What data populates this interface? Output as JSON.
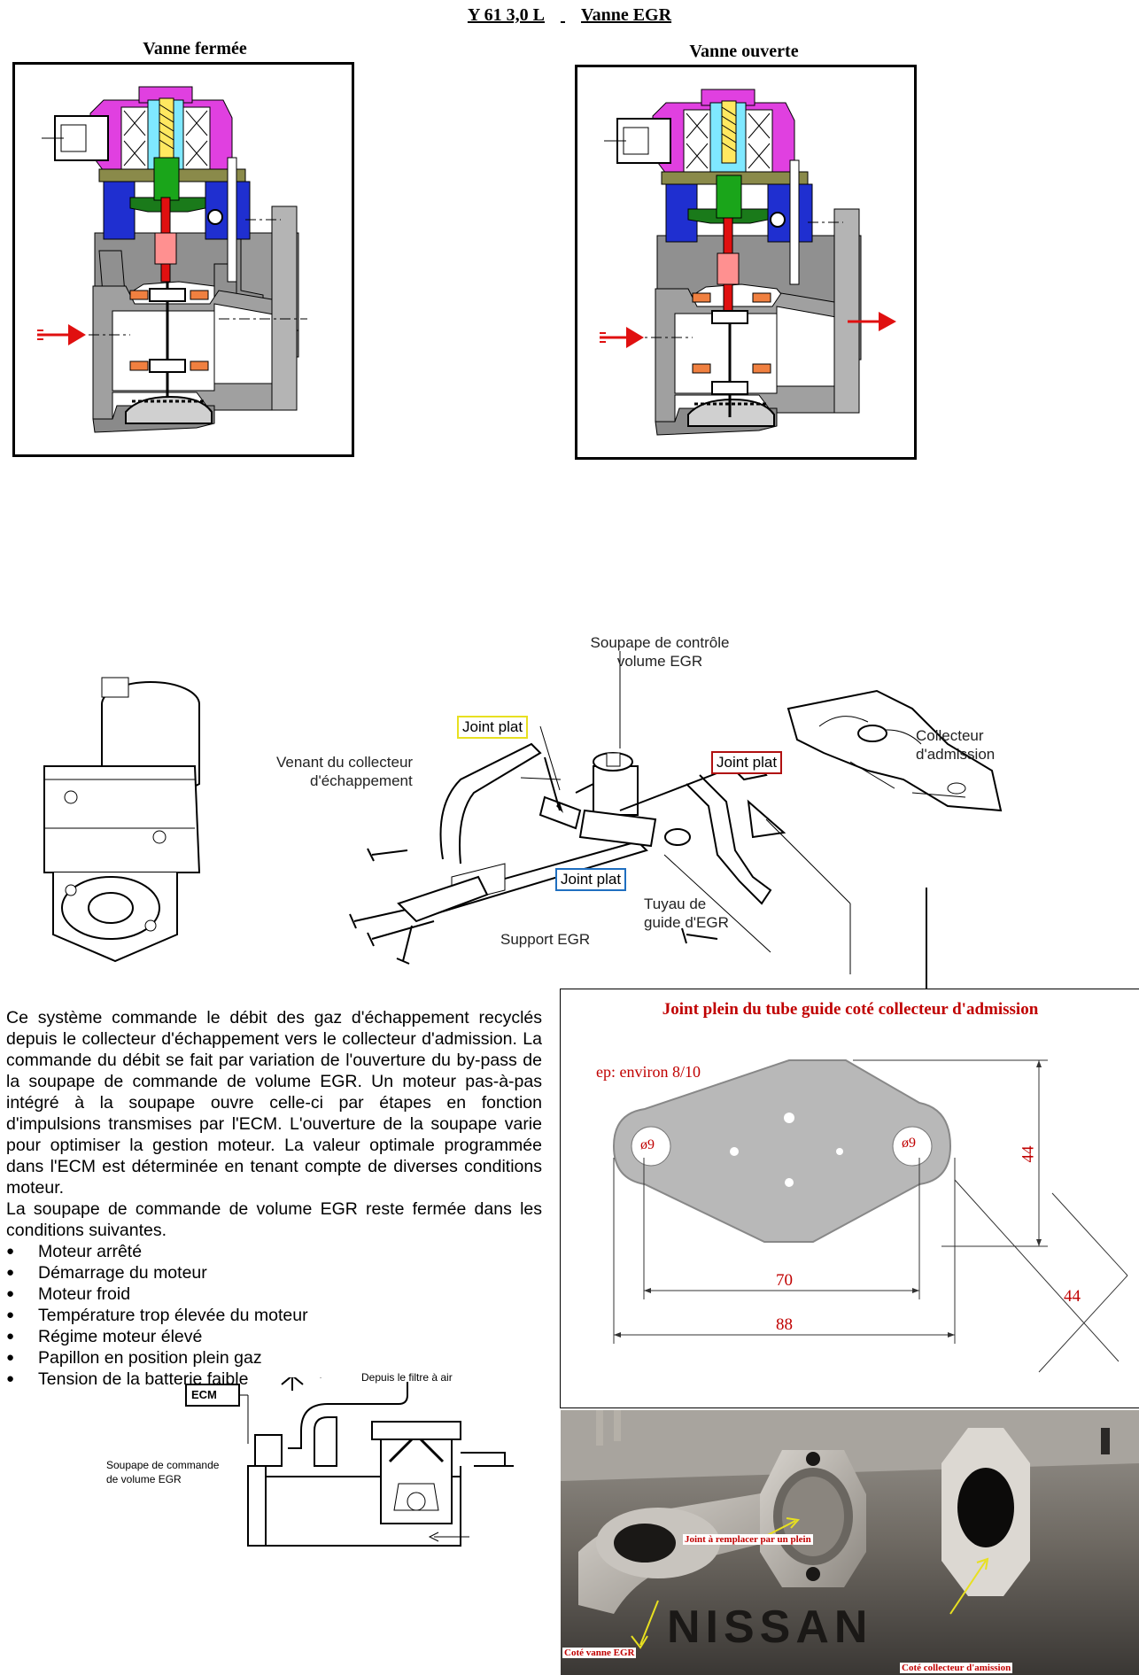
{
  "header": {
    "model": "Y 61 3,0 L",
    "subject": "Vanne EGR"
  },
  "valves": {
    "closed_title": "Vanne fermée",
    "open_title": "Vanne ouverte"
  },
  "assembly": {
    "control_valve": [
      "Soupape de contrôle",
      "volume EGR"
    ],
    "flat_joint_1": "Joint plat",
    "flat_joint_2": "Joint plat",
    "flat_joint_3": "Joint plat",
    "from_exhaust": [
      "Venant  du collecteur",
      "d'échappement"
    ],
    "intake_manifold": [
      "Collecteur",
      "d'admission"
    ],
    "guide_tube": [
      "Tuyau de",
      "guide d'EGR"
    ],
    "support": "Support EGR"
  },
  "description": {
    "paragraph": "Ce système commande le débit des gaz d'échappement recyclés depuis le collecteur d'échappement vers le collecteur d'admission. La commande du débit se fait par variation de l'ouverture du by-pass de la soupape de commande de volume EGR. Un moteur pas-à-pas intégré à la soupape ouvre celle-ci par étapes en fonction d'impulsions transmises par l'ECM. L'ouverture de la soupape varie pour optimiser la gestion moteur. La valeur optimale programmée dans l'ECM est déterminée en tenant compte de diverses conditions moteur.",
    "closed_conditions_intro": "La soupape de commande de volume EGR reste fermée dans les conditions suivantes.",
    "conditions": [
      "Moteur arrêté",
      "Démarrage du moteur",
      "Moteur froid",
      "Température trop élevée du moteur",
      "Régime moteur élevé",
      "Papillon en position plein gaz",
      "Tension de la batterie faible"
    ]
  },
  "schema": {
    "ecm": "ECM",
    "air_filter": "Depuis le filtre à air",
    "valve_label": [
      "Soupape de commande",
      "de volume EGR"
    ]
  },
  "gasket": {
    "title": "Joint plein du tube guide coté collecteur d'admission",
    "thickness": "ep: environ  8/10",
    "hole_left": "ø9",
    "hole_right": "ø9",
    "dim_height": "44",
    "dim_diag": "44",
    "dim_inner": "70",
    "dim_outer": "88"
  },
  "photo": {
    "replace_label": "Joint à remplacer par un plein",
    "egr_side": "Coté vanne EGR",
    "intake_side": "Coté collecteur d'amission",
    "brand": "NISSAN"
  },
  "colors": {
    "magenta": "#e040e0",
    "blue": "#1f2fd0",
    "green": "#1aa51a",
    "red": "#e01010",
    "yellow_box": "#e8e020",
    "red_box": "#b01010",
    "blue_box": "#1f6fc0",
    "dim_red": "#b00000"
  }
}
